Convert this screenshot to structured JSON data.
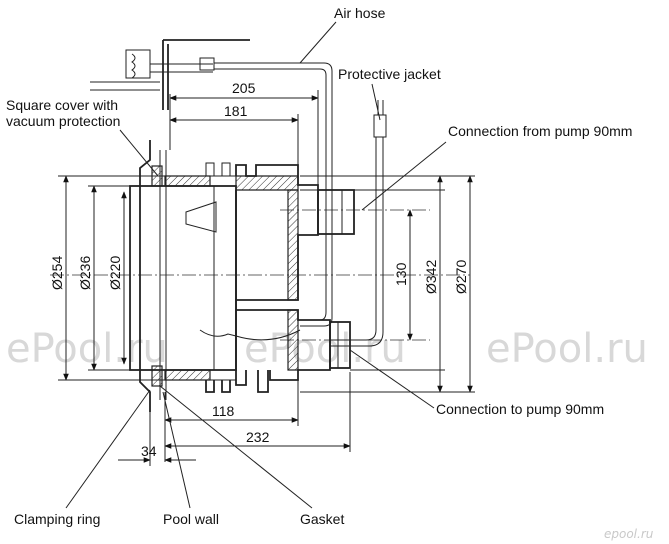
{
  "labels": {
    "air_hose": "Air hose",
    "protective_jacket": "Protective jacket",
    "square_cover_line1": "Square cover with",
    "square_cover_line2": "vacuum protection",
    "connection_from_pump": "Connection from pump",
    "connection_from_pump_size": "90mm",
    "connection_to_pump": "Connection to pump",
    "connection_to_pump_size": "90mm",
    "clamping_ring": "Clamping ring",
    "pool_wall": "Pool wall",
    "gasket": "Gasket"
  },
  "dimensions": {
    "d205": "205",
    "d181": "181",
    "d254": "Ø254",
    "d236": "Ø236",
    "d220": "Ø220",
    "d130": "130",
    "d342": "Ø342",
    "d270": "Ø270",
    "d118": "118",
    "d232": "232",
    "d34": "34"
  },
  "watermarks": {
    "left": "ePool.ru",
    "center": "ePool.ru",
    "right": "ePool.ru",
    "corner_logo": "epool.ru"
  }
}
